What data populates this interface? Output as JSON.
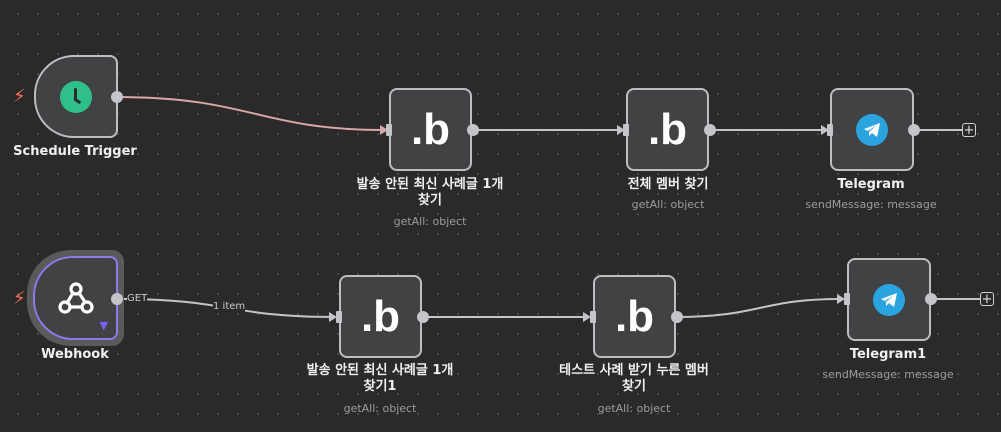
{
  "nodes": {
    "schedule": {
      "label": "Schedule Trigger"
    },
    "find1": {
      "label1": "발송 안된 최신 사례글 1개",
      "label2": "찾기",
      "subtitle": "getAll: object"
    },
    "members": {
      "label": "전체 멤버 찾기",
      "subtitle": "getAll: object"
    },
    "telegram": {
      "label": "Telegram",
      "subtitle": "sendMessage: message"
    },
    "webhook": {
      "label": "Webhook"
    },
    "find2": {
      "label1": "발송 안된 최신 사례글 1개",
      "label2": "찾기1",
      "subtitle": "getAll: object"
    },
    "testers": {
      "label1": "테스트 사례 받기 누른 멤버",
      "label2": "찾기",
      "subtitle": "getAll: object"
    },
    "telegram1": {
      "label": "Telegram1",
      "subtitle": "sendMessage: message"
    }
  },
  "edges": {
    "get_label": "GET",
    "items_label": "1 item"
  },
  "icons": {
    "b": ".b",
    "plus": "+",
    "bolt": "⚡"
  },
  "colors": {
    "schedule_green": "#2fbf8a",
    "telegram_blue": "#2aa3df",
    "trigger_bolt": "#ff6d5a",
    "pin": "#7b61ff"
  }
}
